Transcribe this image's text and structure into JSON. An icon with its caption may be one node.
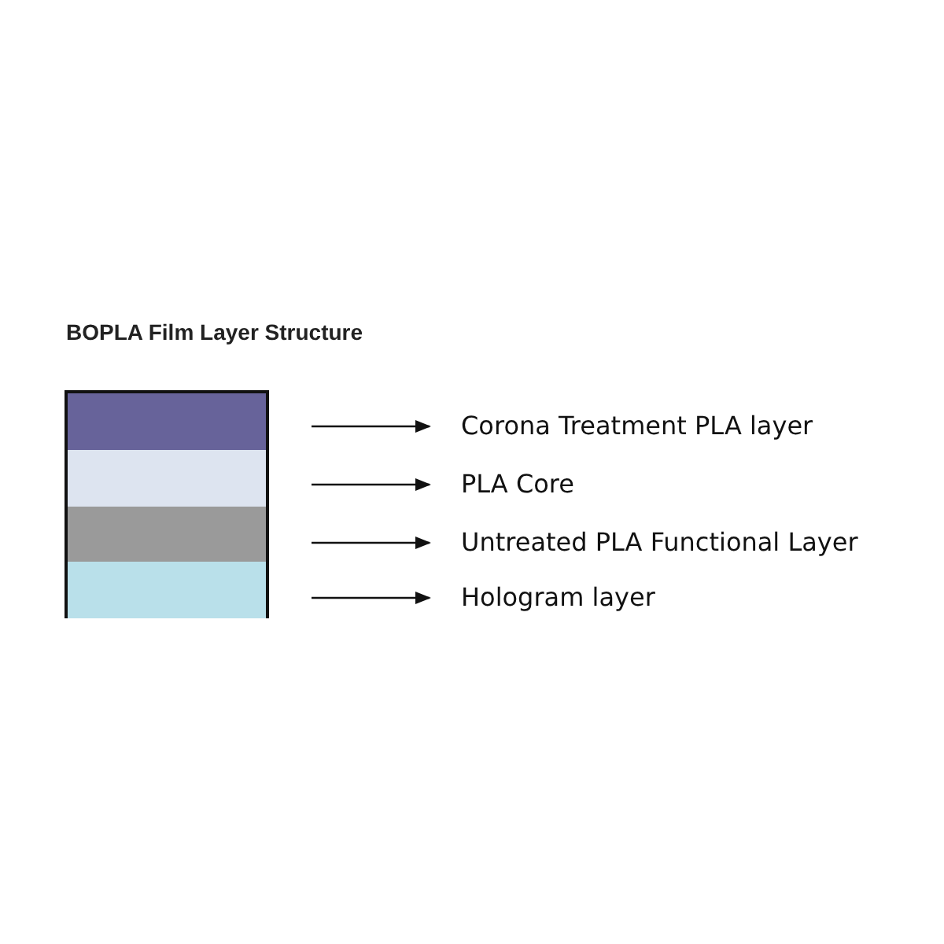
{
  "diagram": {
    "title": "BOPLA Film Layer Structure",
    "nodes": [
      {
        "text": [],
        "shape": "bar"
      },
      {
        "text": [],
        "shape": "bar"
      },
      {
        "text": [],
        "shape": "bar"
      },
      {
        "text": [],
        "shape": "bar"
      },
      {
        "text": [
          "Corona Treatment PLA layer"
        ]
      },
      {
        "text": [
          "PLA Core"
        ]
      },
      {
        "text": [
          "Untreated PLA Functional Layer"
        ]
      },
      {
        "text": [
          "Hologram layer"
        ]
      }
    ],
    "edges": [
      {
        "from": null,
        "to": 4,
        "arrow": "to"
      },
      {
        "from": null,
        "to": 5,
        "arrow": "to"
      },
      {
        "from": null,
        "to": 6,
        "arrow": "to"
      },
      {
        "from": null,
        "to": 7,
        "arrow": "to"
      }
    ]
  }
}
